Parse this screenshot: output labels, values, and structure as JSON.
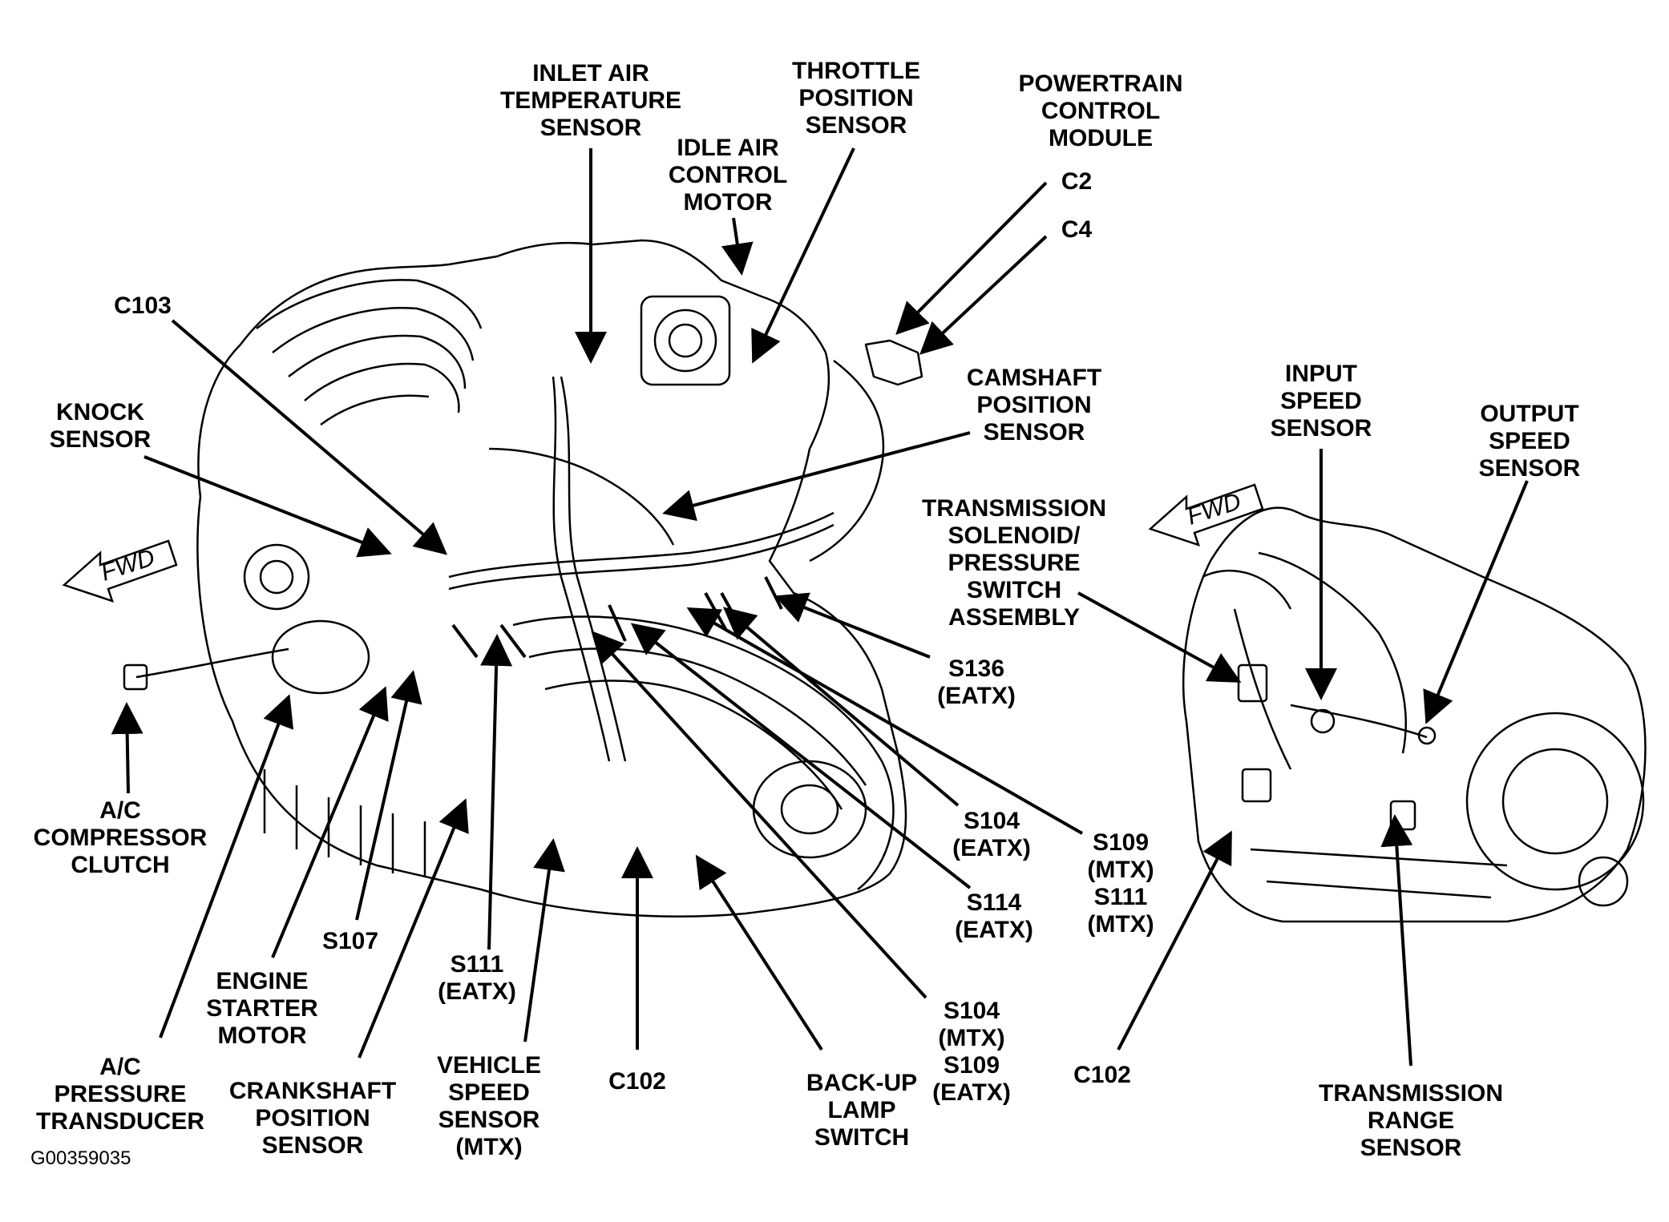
{
  "figure_id": "G00359035",
  "fwd_label": "FWD",
  "labels": {
    "inlet_air_temp": "INLET AIR\nTEMPERATURE\nSENSOR",
    "throttle_position": "THROTTLE\nPOSITION\nSENSOR",
    "powertrain_module": "POWERTRAIN\nCONTROL\nMODULE",
    "idle_air": "IDLE AIR\nCONTROL\nMOTOR",
    "c2": "C2",
    "c4": "C4",
    "c103": "C103",
    "knock_sensor": "KNOCK\nSENSOR",
    "camshaft_position": "CAMSHAFT\nPOSITION\nSENSOR",
    "input_speed": "INPUT\nSPEED\nSENSOR",
    "output_speed": "OUTPUT\nSPEED\nSENSOR",
    "trans_solenoid": "TRANSMISSION\nSOLENOID/\nPRESSURE\nSWITCH\nASSEMBLY",
    "s136": "S136\n(EATX)",
    "s104_eatx": "S104\n(EATX)",
    "s109_s111_mtx": "S109\n(MTX)\nS111\n(MTX)",
    "s114": "S114\n(EATX)",
    "ac_clutch": "A/C\nCOMPRESSOR\nCLUTCH",
    "s107": "S107",
    "s111_eatx": "S111\n(EATX)",
    "engine_starter": "ENGINE\nSTARTER\nMOTOR",
    "s104_mtx_s109_eatx": "S104\n(MTX)\nS109\n(EATX)",
    "ac_transducer": "A/C\nPRESSURE\nTRANSDUCER",
    "crankshaft": "CRANKSHAFT\nPOSITION\nSENSOR",
    "vehicle_speed": "VEHICLE\nSPEED\nSENSOR\n(MTX)",
    "c102_left": "C102",
    "backup_lamp": "BACK-UP\nLAMP\nSWITCH",
    "c102_right": "C102",
    "trans_range": "TRANSMISSION\nRANGE\nSENSOR"
  }
}
